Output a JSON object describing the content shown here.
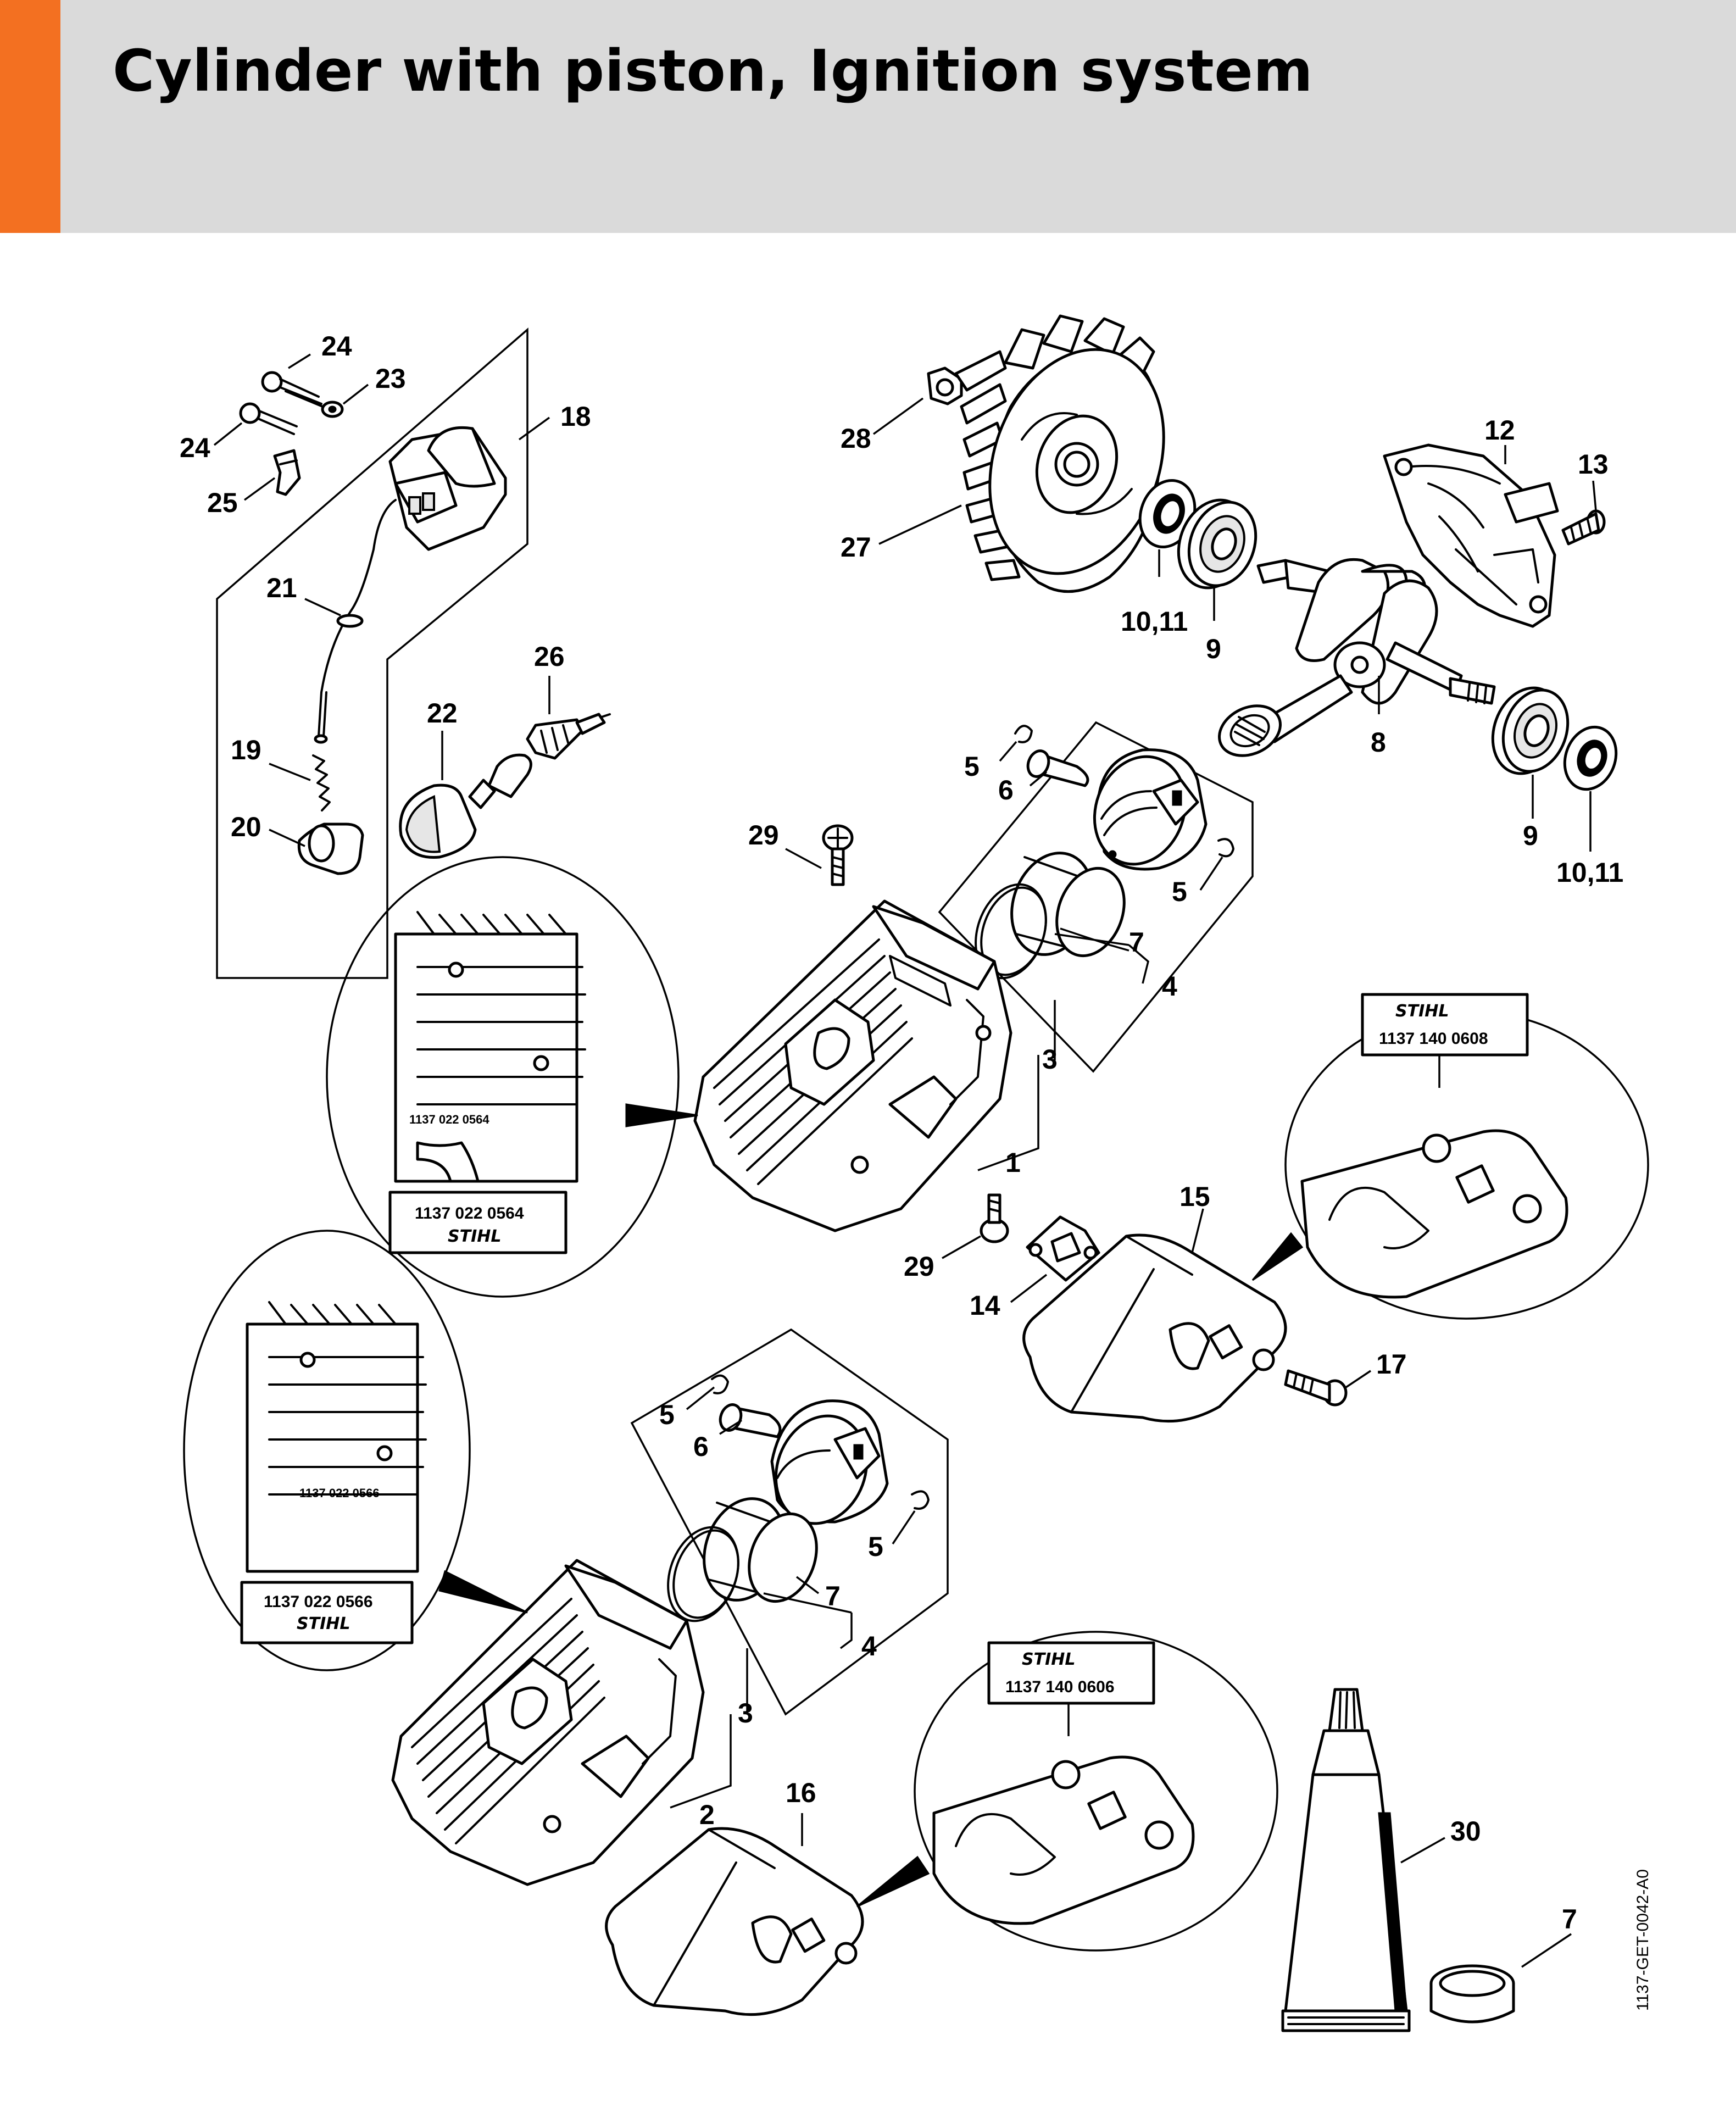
{
  "header": {
    "title": "Cylinder with piston, Ignition system",
    "accent_color": "#f37021",
    "background_color": "#dadada"
  },
  "callouts": {
    "c24a": "24",
    "c23": "23",
    "c24b": "24",
    "c18": "18",
    "c25": "25",
    "c21": "21",
    "c26": "26",
    "c22": "22",
    "c19": "19",
    "c20": "20",
    "c28": "28",
    "c27": "27",
    "c12": "12",
    "c13": "13",
    "c1011a": "10,11",
    "c9a": "9",
    "c8": "8",
    "c9b": "9",
    "c1011b": "10,11",
    "c5a": "5",
    "c6a": "6",
    "c5b": "5",
    "c29a": "29",
    "c7a": "7",
    "c4a": "4",
    "c3a": "3",
    "c1": "1",
    "c15": "15",
    "c29b": "29",
    "c14": "14",
    "c17": "17",
    "c5c": "5",
    "c6b": "6",
    "c5d": "5",
    "c7b": "7",
    "c4b": "4",
    "c3b": "3",
    "c2": "2",
    "c16": "16",
    "c30": "30",
    "c7c": "7"
  },
  "detail_insets": {
    "cylinder_1": {
      "part_number": "1137 022 0564",
      "brand": "STIHL"
    },
    "cylinder_2": {
      "part_number": "1137 022 0566",
      "brand": "STIHL"
    },
    "cover_15": {
      "part_number": "1137 140 0608",
      "brand": "STIHL"
    },
    "cover_16": {
      "part_number": "1137 140 0606",
      "brand": "STIHL"
    }
  },
  "drawing_code": "1137-GET-0042-A0"
}
